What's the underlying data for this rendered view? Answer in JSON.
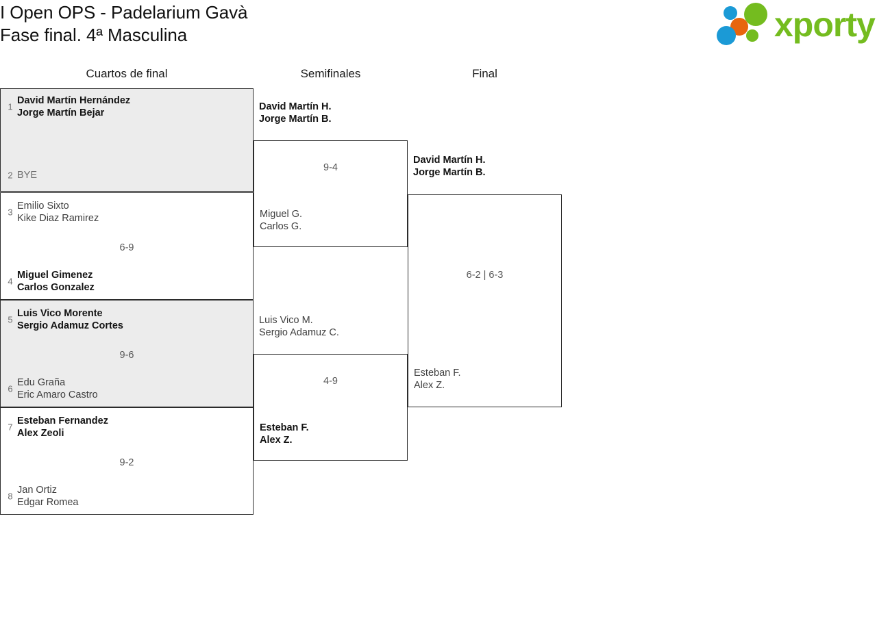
{
  "header": {
    "title_line_1": "I Open OPS - Padelarium Gavà",
    "title_line_2": "Fase final. 4ª Masculina",
    "brand": {
      "name": "xporty",
      "colors": {
        "green": "#74bc1f",
        "blue": "#1b9ad6",
        "orange": "#e8650d"
      }
    }
  },
  "rounds": [
    {
      "label": "Cuartos de final"
    },
    {
      "label": "Semifinales"
    },
    {
      "label": "Final"
    }
  ],
  "quarterfinals": [
    {
      "shaded": true,
      "score": "",
      "top": {
        "seed": "1",
        "p1": "David Martín Hernández",
        "p2": "Jorge Martín Bejar",
        "winner": true,
        "bye": false
      },
      "bottom": {
        "seed": "2",
        "p1": "BYE",
        "p2": "",
        "winner": false,
        "bye": true
      }
    },
    {
      "shaded": false,
      "score": "6-9",
      "top": {
        "seed": "3",
        "p1": "Emilio Sixto",
        "p2": "Kike Diaz Ramirez",
        "winner": false,
        "bye": false
      },
      "bottom": {
        "seed": "4",
        "p1": "Miguel Gimenez",
        "p2": "Carlos Gonzalez",
        "winner": true,
        "bye": false
      }
    },
    {
      "shaded": true,
      "score": "9-6",
      "top": {
        "seed": "5",
        "p1": "Luis Vico Morente",
        "p2": "Sergio Adamuz Cortes",
        "winner": true,
        "bye": false
      },
      "bottom": {
        "seed": "6",
        "p1": "Edu Graña",
        "p2": "Eric Amaro Castro",
        "winner": false,
        "bye": false
      }
    },
    {
      "shaded": false,
      "score": "9-2",
      "top": {
        "seed": "7",
        "p1": "Esteban Fernandez",
        "p2": "Alex Zeoli",
        "winner": true,
        "bye": false
      },
      "bottom": {
        "seed": "8",
        "p1": "Jan Ortiz",
        "p2": "Edgar Romea",
        "winner": false,
        "bye": false
      }
    }
  ],
  "semifinals": [
    {
      "score": "9-4",
      "top": {
        "p1": "David Martín H.",
        "p2": "Jorge Martín B.",
        "winner": true
      },
      "bottom": {
        "p1": "Miguel G.",
        "p2": "Carlos G.",
        "winner": false
      }
    },
    {
      "score": "4-9",
      "top": {
        "p1": "Luis Vico M.",
        "p2": "Sergio Adamuz C.",
        "winner": false
      },
      "bottom": {
        "p1": "Esteban F.",
        "p2": "Alex Z.",
        "winner": true
      }
    }
  ],
  "final": {
    "score": "6-2 | 6-3",
    "top": {
      "p1": "David Martín H.",
      "p2": "Jorge Martín B.",
      "winner": true
    },
    "bottom": {
      "p1": "Esteban F.",
      "p2": "Alex Z.",
      "winner": false
    }
  }
}
